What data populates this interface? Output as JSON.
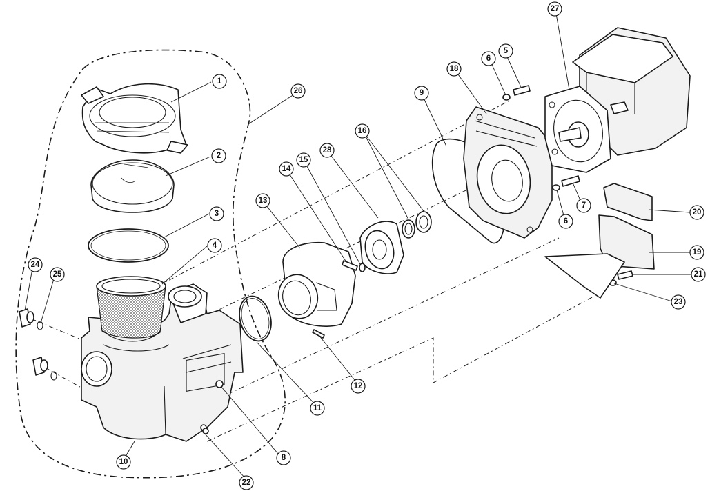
{
  "callouts": [
    {
      "id": "1",
      "label": "1"
    },
    {
      "id": "2",
      "label": "2"
    },
    {
      "id": "3",
      "label": "3"
    },
    {
      "id": "4",
      "label": "4"
    },
    {
      "id": "5",
      "label": "5"
    },
    {
      "id": "6a",
      "label": "6"
    },
    {
      "id": "6b",
      "label": "6"
    },
    {
      "id": "7",
      "label": "7"
    },
    {
      "id": "8",
      "label": "8"
    },
    {
      "id": "9",
      "label": "9"
    },
    {
      "id": "10",
      "label": "10"
    },
    {
      "id": "11",
      "label": "11"
    },
    {
      "id": "12",
      "label": "12"
    },
    {
      "id": "13",
      "label": "13"
    },
    {
      "id": "14",
      "label": "14"
    },
    {
      "id": "15",
      "label": "15"
    },
    {
      "id": "16",
      "label": "16"
    },
    {
      "id": "18",
      "label": "18"
    },
    {
      "id": "19",
      "label": "19"
    },
    {
      "id": "20",
      "label": "20"
    },
    {
      "id": "21",
      "label": "21"
    },
    {
      "id": "22",
      "label": "22"
    },
    {
      "id": "23",
      "label": "23"
    },
    {
      "id": "24",
      "label": "24"
    },
    {
      "id": "25",
      "label": "25"
    },
    {
      "id": "26",
      "label": "26"
    },
    {
      "id": "27",
      "label": "27"
    },
    {
      "id": "28",
      "label": "28"
    }
  ],
  "colors": {
    "line": "#1a1a1a",
    "background": "#ffffff"
  }
}
